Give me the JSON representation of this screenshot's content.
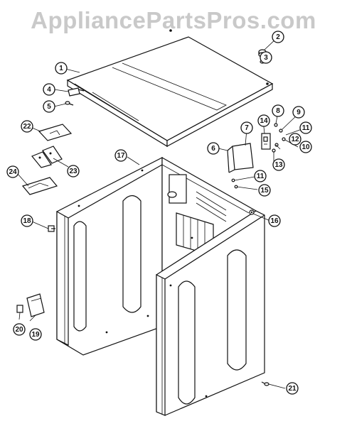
{
  "watermark": "AppliancePartsPros.com",
  "callouts": [
    {
      "num": "1"
    },
    {
      "num": "2"
    },
    {
      "num": "3"
    },
    {
      "num": "4"
    },
    {
      "num": "5"
    },
    {
      "num": "6"
    },
    {
      "num": "7"
    },
    {
      "num": "8"
    },
    {
      "num": "9"
    },
    {
      "num": "10"
    },
    {
      "num": "11"
    },
    {
      "num": "11"
    },
    {
      "num": "12"
    },
    {
      "num": "13"
    },
    {
      "num": "14"
    },
    {
      "num": "15"
    },
    {
      "num": "16"
    },
    {
      "num": "17"
    },
    {
      "num": "18"
    },
    {
      "num": "19"
    },
    {
      "num": "20"
    },
    {
      "num": "21"
    },
    {
      "num": "22"
    },
    {
      "num": "23"
    },
    {
      "num": "24"
    }
  ]
}
